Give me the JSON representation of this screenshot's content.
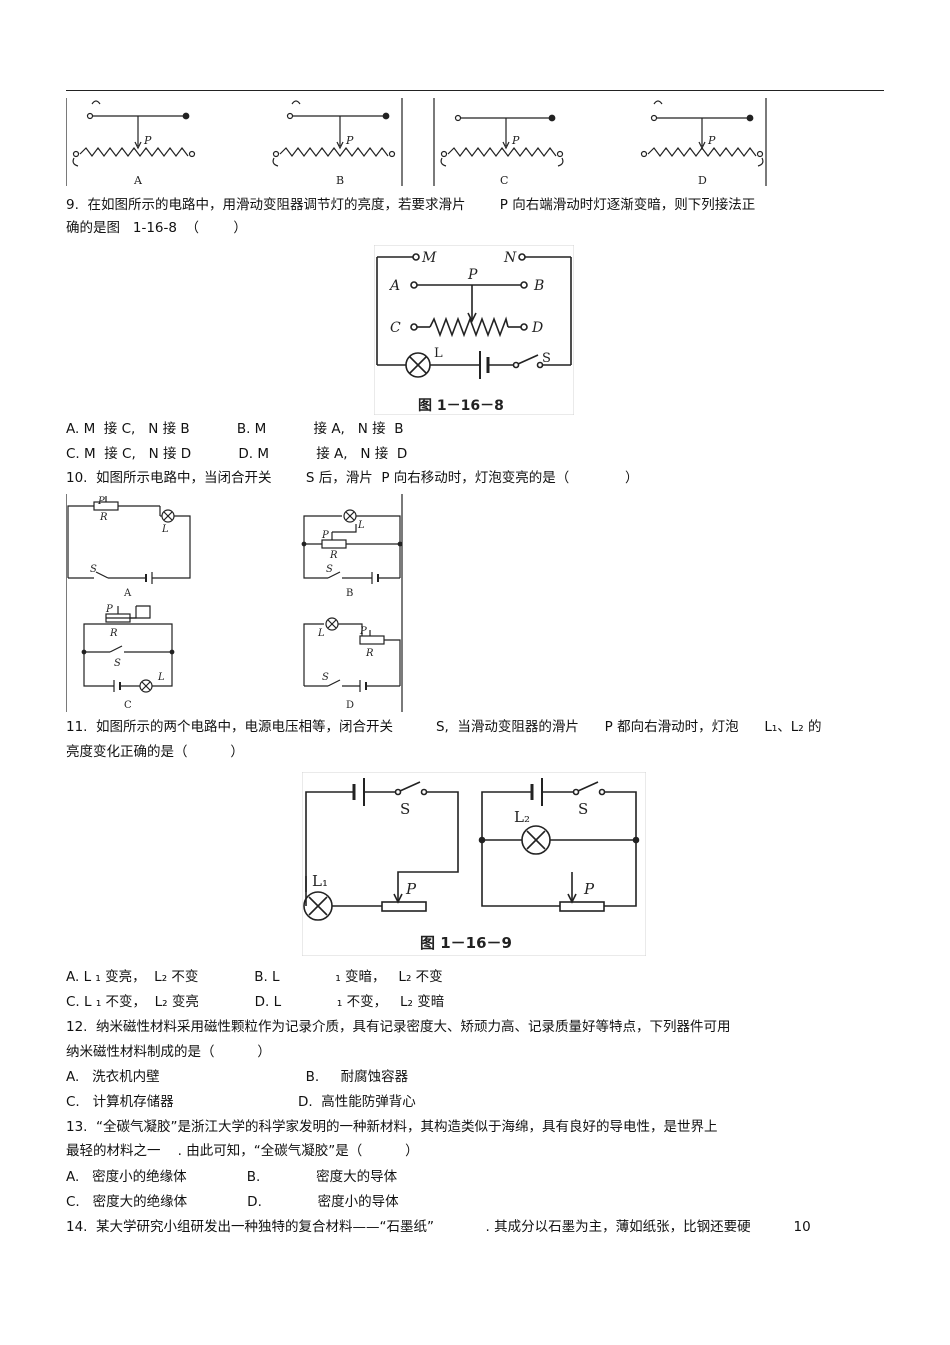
{
  "fig_top": {
    "labels": [
      "A",
      "B",
      "C",
      "D"
    ],
    "p": "P"
  },
  "q9": {
    "line1": "9.  在如图所示的电路中，用滑动变阻器调节灯的亮度，若要求滑片        P 向右端滑动时灯逐渐变暗，则下列接法正",
    "line2": "确的是图   1-16-8  （        ）",
    "fig": {
      "M": "M",
      "N": "N",
      "A": "A",
      "B": "B",
      "C": "C",
      "D": "D",
      "P": "P",
      "L": "L",
      "S": "S",
      "caption": "图 1－16－8"
    },
    "opt1": "A. M  接 C,   N 接 B           B. M           接 A,   N 接  B",
    "opt2": "C. M  接 C,   N 接 D           D. M           接 A,   N 接  D"
  },
  "q10": {
    "line1": "10.  如图所示电路中，当闭合开关        S 后，滑片  P 向右移动时，灯泡变亮的是（             ）",
    "fig": {
      "P": "P",
      "R": "R",
      "L": "L",
      "S": "S",
      "A": "A",
      "B": "B",
      "C": "C",
      "D": "D"
    }
  },
  "q11": {
    "line1": "11.  如图所示的两个电路中，电源电压相等，闭合开关          S,  当滑动变阻器的滑片      P 都向右滑动时，灯泡      L₁、L₂ 的",
    "line2": "亮度变化正确的是（          ）",
    "fig": {
      "S": "S",
      "P": "P",
      "L1": "L₁",
      "L2": "L₂",
      "caption": "图 1－16－9"
    },
    "opt1": "A. L ₁ 变亮，  L₂ 不变             B. L             ₁ 变暗，   L₂ 不变",
    "opt2": "C. L ₁ 不变，  L₂ 变亮             D. L             ₁ 不变，   L₂ 变暗"
  },
  "q12": {
    "line1": "12.  纳米磁性材料采用磁性颗粒作为记录介质，具有记录密度大、矫顽力高、记录质量好等特点，下列器件可用",
    "line2": "纳米磁性材料制成的是（          ）",
    "opt1": "A.   洗衣机内壁                                  B.     耐腐蚀容器",
    "opt2": "C.   计算机存储器                             D.  高性能防弹背心"
  },
  "q13": {
    "line1": "13.  “全碳气凝胶”是浙江大学的科学家发明的一种新材料，其构造类似于海绵，具有良好的导电性，是世界上",
    "line2": "最轻的材料之一    . 由此可知，“全碳气凝胶”是（          ）",
    "opt1": "A.   密度小的绝缘体              B.             密度大的导体",
    "opt2": "C.   密度大的绝缘体              D.             密度小的导体"
  },
  "q14": {
    "line1": "14.  某大学研究小组研发出一种独特的复合材料——“石墨纸”            . 其成分以石墨为主，薄如纸张，比钢还要硬          10"
  }
}
